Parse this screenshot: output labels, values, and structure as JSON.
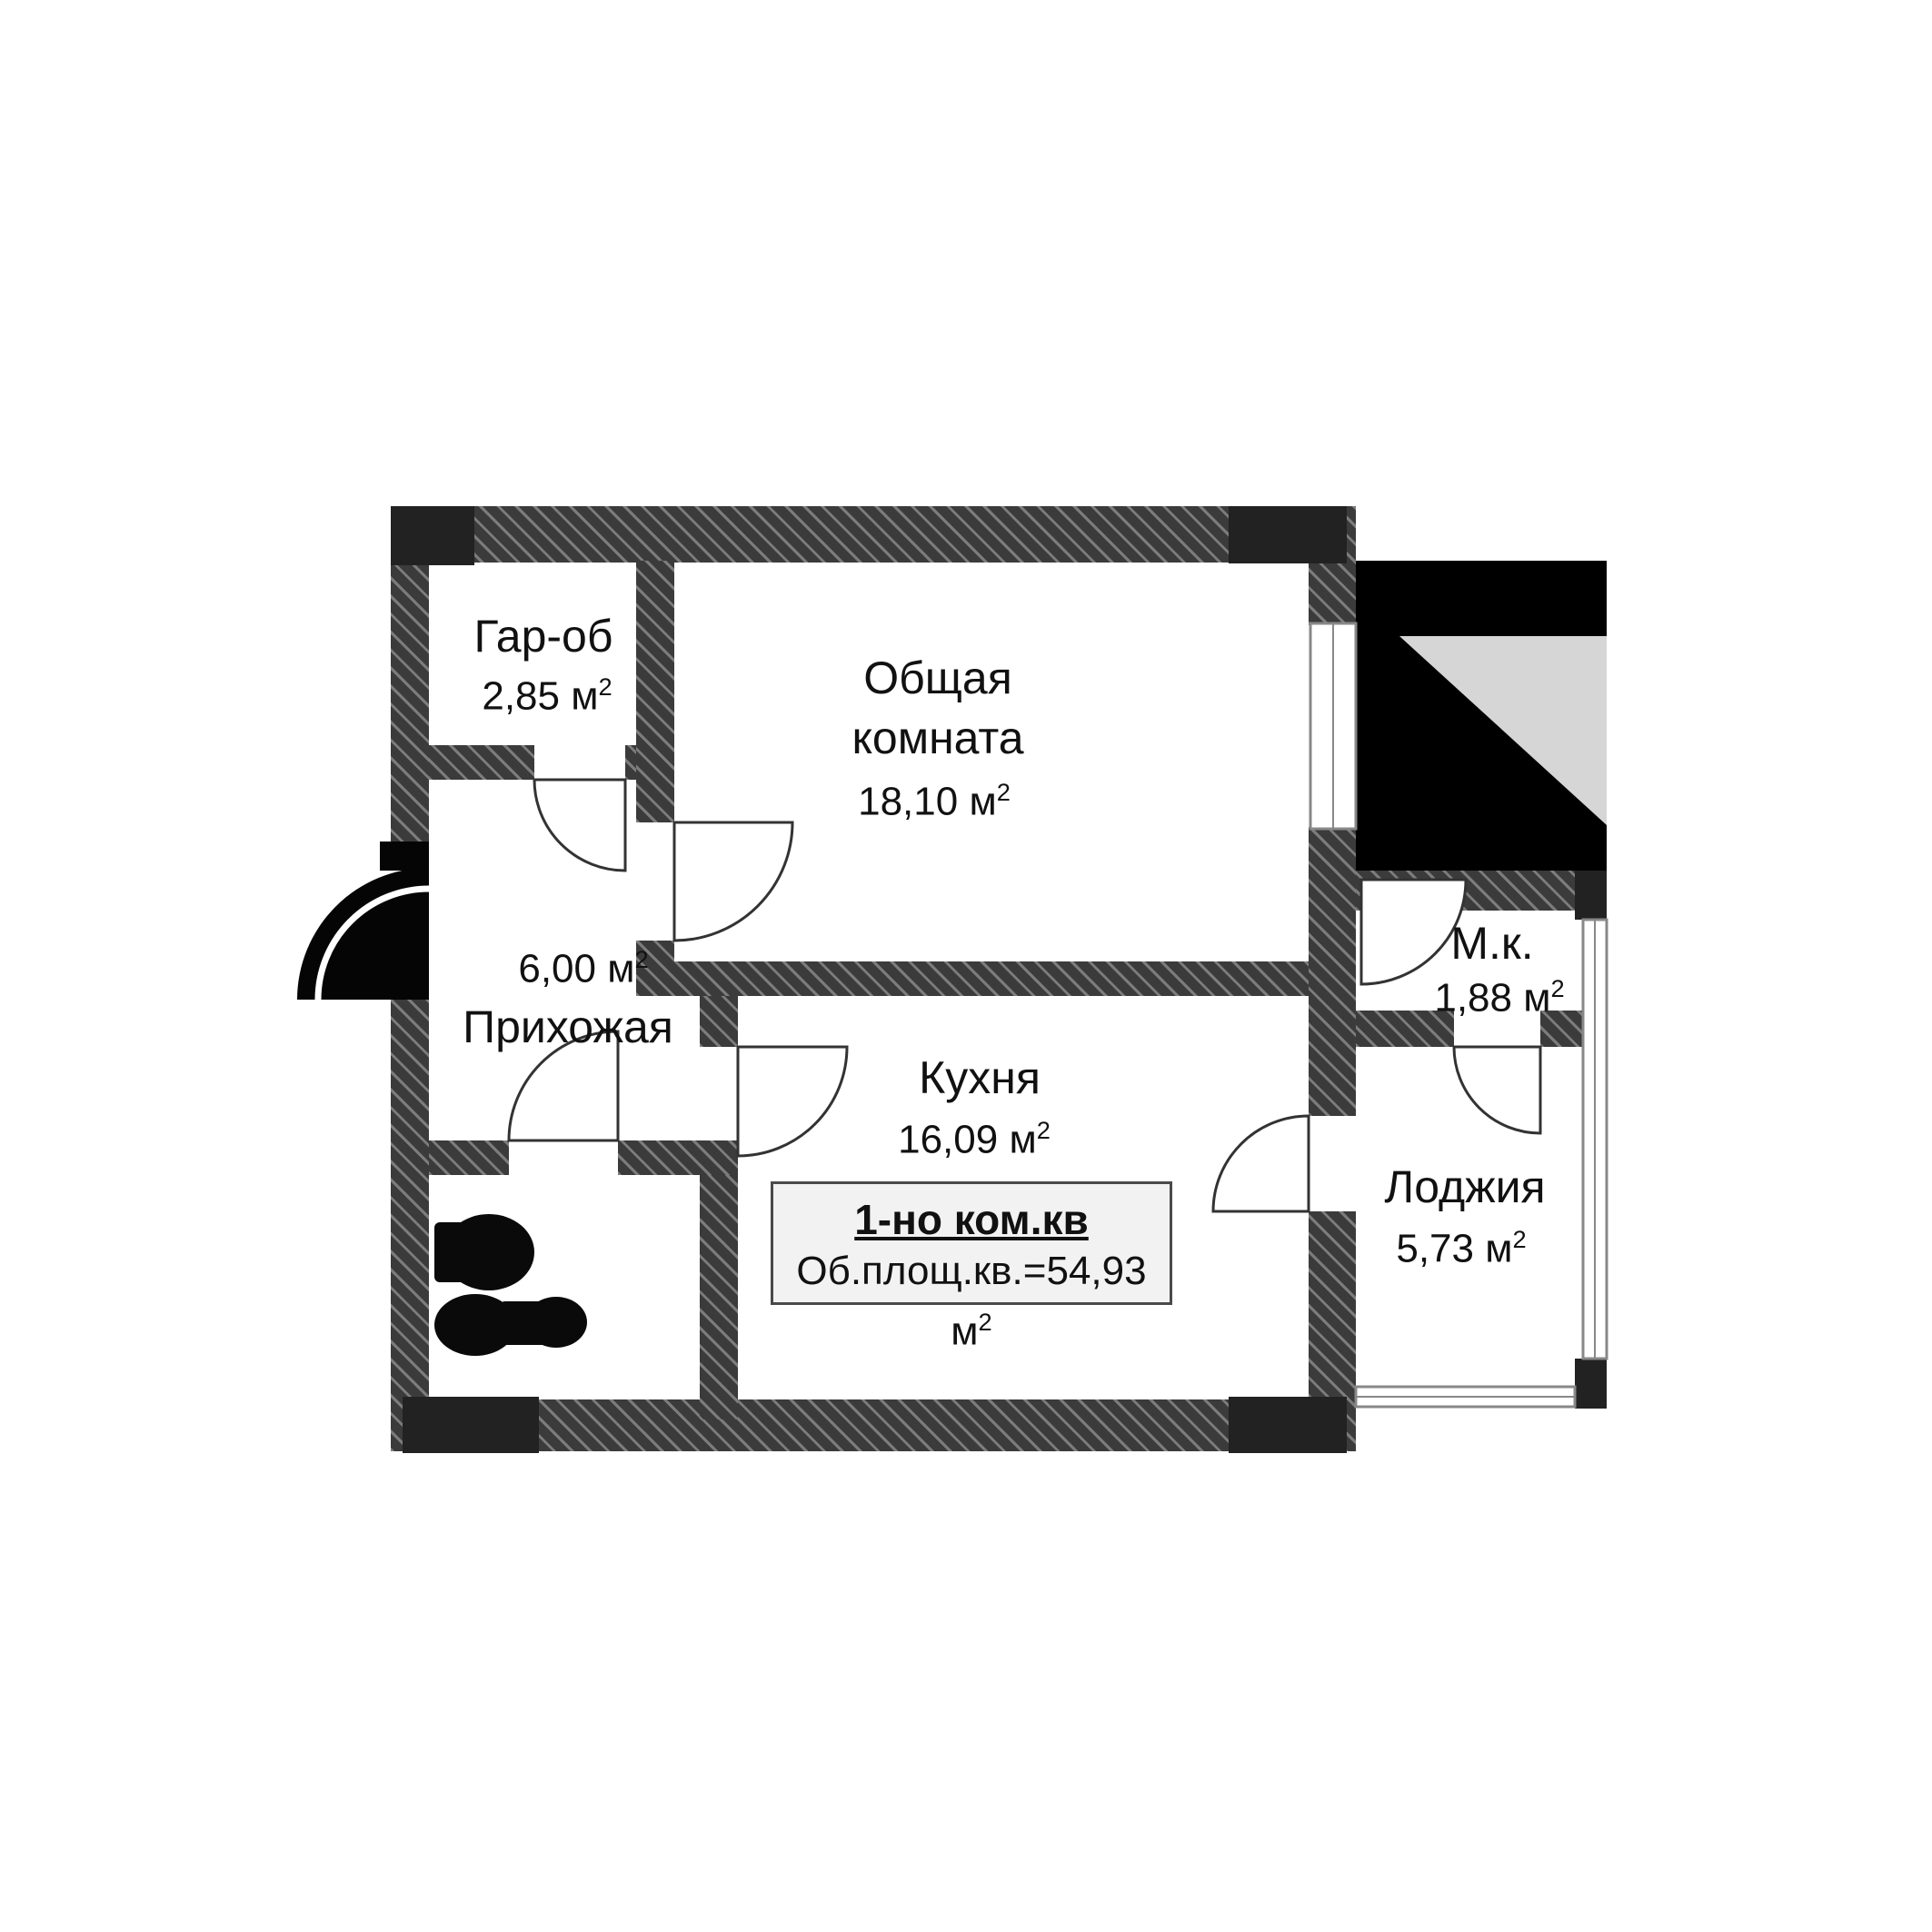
{
  "meta": {
    "sup": "2"
  },
  "rooms": {
    "wardrobe": {
      "name": "Гар-об",
      "area": "2,85 м"
    },
    "living": {
      "line1": "Общая",
      "line2": "комната",
      "area": "18,10 м"
    },
    "hallway": {
      "area": "6,00 м",
      "name": "Прихожая"
    },
    "kitchen": {
      "name": "Кухня",
      "area": "16,09 м"
    },
    "small_room": {
      "name": "М.к.",
      "area": "1,88 м"
    },
    "loggia": {
      "name": "Лоджия",
      "area": "5,73 м"
    }
  },
  "info_box": {
    "title": "1-но ком.кв",
    "total": "Об.площ.кв.=54,93 м"
  },
  "colors": {
    "background": "#ffffff",
    "wall": "#3b3b3b",
    "column": "#222222",
    "void": "#000000",
    "void_triangle": "#d6d6d6",
    "door_stroke": "#333333",
    "window_frame": "#888888",
    "info_bg": "#f2f2f2",
    "info_border": "#4a4a4a",
    "text": "#111111"
  }
}
